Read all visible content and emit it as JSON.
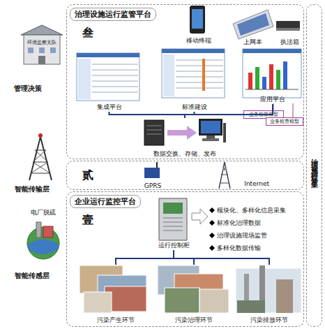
{
  "diagram": {
    "nodes": [
      {
        "text": [
          "治理设施运行监管平台",
          "叁"
        ]
      },
      {
        "text": [
          "移动终端"
        ],
        "in": 0
      },
      {
        "text": [
          "上网本"
        ],
        "in": 0
      },
      {
        "text": [
          "执法箱"
        ],
        "in": 0
      },
      {
        "text": [
          "集成平台"
        ],
        "in": 0
      },
      {
        "text": [
          "标准建设"
        ],
        "in": 0
      },
      {
        "text": [
          "应用平台"
        ],
        "in": 0
      },
      {
        "text": [
          "业务核算模型"
        ],
        "in": 0
      },
      {
        "text": [
          "业务核查模型"
        ],
        "in": 0
      },
      {
        "text": [
          "数据交换、存储、发布"
        ],
        "in": 0
      },
      {
        "text": [
          "贰"
        ]
      },
      {
        "text": [
          "GPRS"
        ],
        "in": 10
      },
      {
        "text": [
          "Internet"
        ],
        "in": 10
      },
      {
        "text": [
          "企业运行监控平台",
          "壹"
        ]
      },
      {
        "text": [
          "运行控制柜"
        ],
        "in": 13
      },
      {
        "text": [
          "污染产生环节"
        ],
        "in": 13
      },
      {
        "text": [
          "污染治理环节"
        ],
        "in": 13
      },
      {
        "text": [
          "污染排放环节"
        ],
        "in": 13
      },
      {
        "text": [
          "治理设施运行标准集"
        ]
      }
    ],
    "edges": [
      {
        "from": 4,
        "to": 9,
        "arrow": "none"
      },
      {
        "from": 5,
        "to": 9,
        "arrow": "none"
      },
      {
        "from": 6,
        "to": 9,
        "arrow": "none"
      },
      {
        "from": 14,
        "to": 15,
        "arrow": "none"
      },
      {
        "from": 14,
        "to": 16,
        "arrow": "none"
      },
      {
        "from": 14,
        "to": 17,
        "arrow": "none"
      }
    ],
    "labels": [
      "环境监察支队",
      "管理决策",
      "智能传输层",
      "电厂脱硫",
      "智能传感层",
      "模块化、多样化信息采集",
      "标准化治理数据",
      "治理设施现场监管",
      "多样化数据传输"
    ]
  }
}
